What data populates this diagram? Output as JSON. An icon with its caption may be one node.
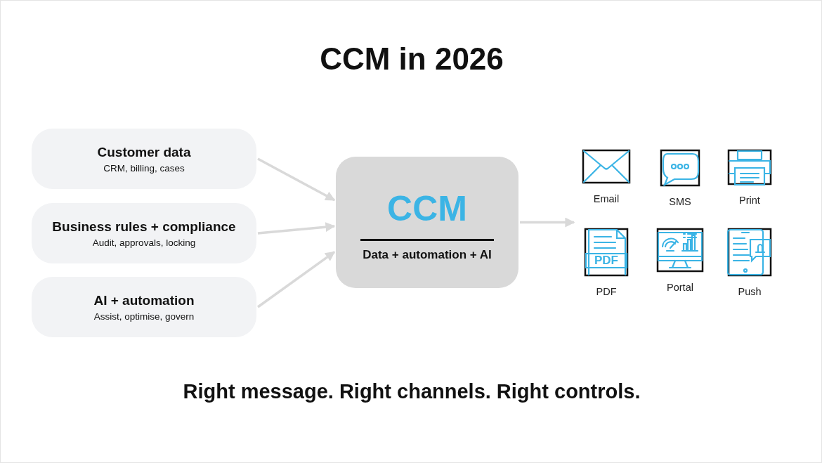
{
  "diagram": {
    "title": "CCM in 2026",
    "nodes": [
      {
        "text": [
          "Customer data",
          "CRM, billing, cases"
        ]
      },
      {
        "text": [
          "Business rules + compliance",
          "Audit, approvals, locking"
        ]
      },
      {
        "text": [
          "AI + automation",
          "Assist, optimise, govern"
        ]
      },
      {
        "text": [
          "CCM",
          "Data + automation + AI"
        ]
      },
      {
        "text": [
          "Email"
        ]
      },
      {
        "text": [
          "SMS"
        ]
      },
      {
        "text": [
          "Print"
        ]
      },
      {
        "text": [
          "PDF"
        ]
      },
      {
        "text": [
          "Portal"
        ]
      },
      {
        "text": [
          "Push"
        ]
      }
    ],
    "edges": [
      {
        "from": 0,
        "to": 3,
        "arrow": "to"
      },
      {
        "from": 1,
        "to": 3,
        "arrow": "to"
      },
      {
        "from": 2,
        "to": 3,
        "arrow": "to"
      },
      {
        "from": 3,
        "to": 7,
        "arrow": "to"
      }
    ],
    "labels": [
      "PDF",
      "Right message. Right channels. Right controls."
    ]
  }
}
